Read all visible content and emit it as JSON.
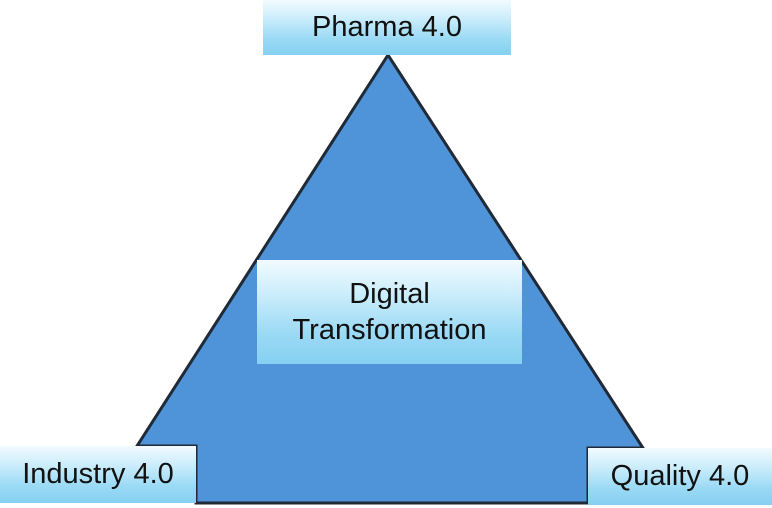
{
  "diagram": {
    "top_label": "Pharma 4.0",
    "center_label_line1": "Digital",
    "center_label_line2": "Transformation",
    "bottom_left_label": "Industry 4.0",
    "bottom_right_label": "Quality 4.0"
  },
  "colors": {
    "triangle_fill": "#4f93d9",
    "triangle_stroke": "#1f2a36",
    "label_gradient_top": "#f2fbff",
    "label_gradient_bottom": "#86d0f1",
    "text": "#111111"
  }
}
